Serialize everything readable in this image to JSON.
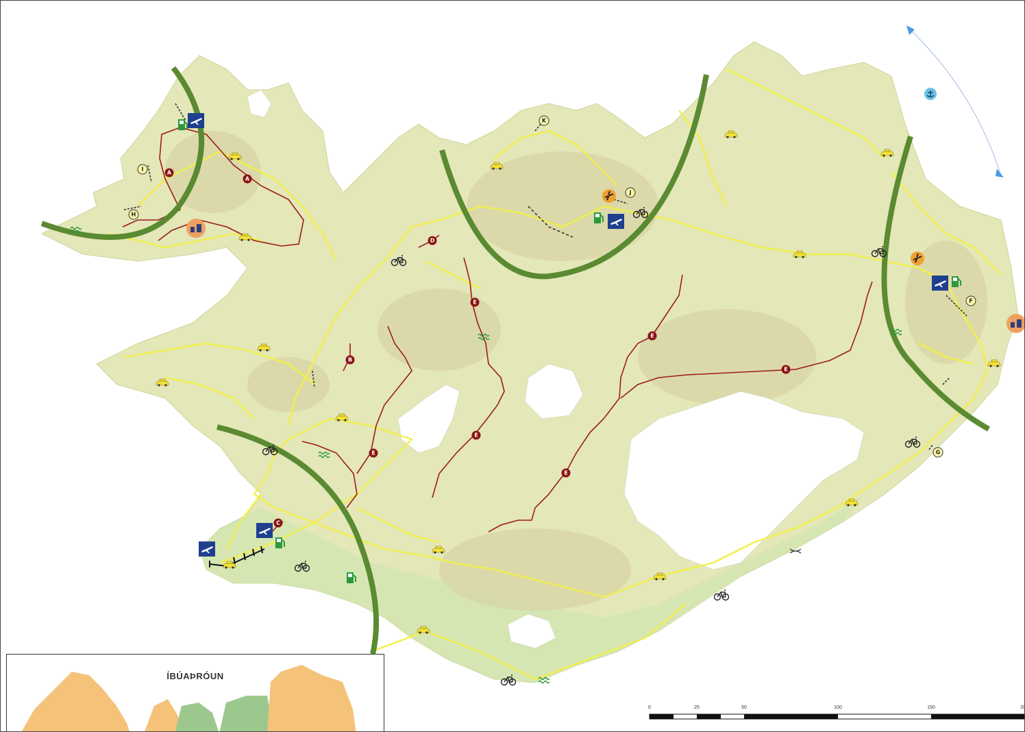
{
  "colors": {
    "land": "#e4e7b8",
    "land_shade": "#d8d6a6",
    "lowland": "#cfe6b0",
    "glacier": "#ffffff",
    "road": "#f2ef4a",
    "highland_route": "#9b1c1c",
    "region_boundary": "#5a8a32",
    "inset_orange": "#f5c27a",
    "inset_green": "#9dc88d"
  },
  "route_labels": {
    "A": "A",
    "B": "B",
    "C": "C",
    "D": "D",
    "E": "E"
  },
  "ferry_labels": {
    "F": "F",
    "G": "G",
    "H": "H",
    "I": "I",
    "J": "J",
    "K": "K"
  },
  "icons": [
    "airport-icon",
    "fuel-icon",
    "bicycle-icon",
    "taxi-icon",
    "harbour-icon",
    "housing-icon",
    "wave-icon",
    "plane-icon"
  ],
  "inset": {
    "title": "ÍBÚAÞRÓUN"
  },
  "scalebar": {
    "ticks": [
      "0",
      "25",
      "50",
      "100",
      "150",
      "20"
    ]
  }
}
